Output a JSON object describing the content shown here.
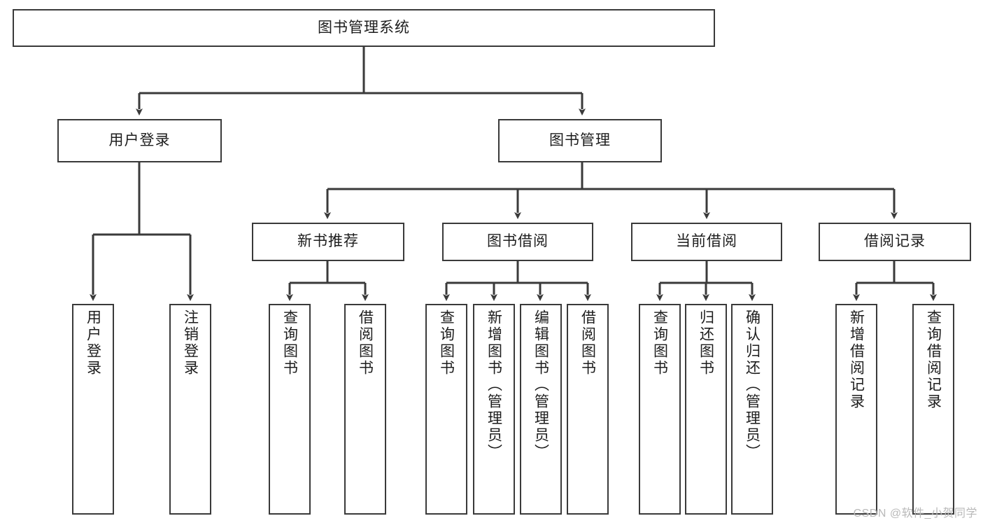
{
  "diagram": {
    "title": "图书管理系统",
    "type": "tree-hierarchy-chart",
    "watermark": "CSDN @软件_小贺同学",
    "colors": {
      "stroke": "#3a3a3a",
      "fill": "#ffffff",
      "text": "#1d1d1d",
      "watermark": "#b9b9b9"
    },
    "nodes": {
      "root": {
        "label": "图书管理系统"
      },
      "level2": [
        {
          "label": "用户登录"
        },
        {
          "label": "图书管理"
        }
      ],
      "level3": [
        {
          "label": "新书推荐"
        },
        {
          "label": "图书借阅"
        },
        {
          "label": "当前借阅"
        },
        {
          "label": "借阅记录"
        }
      ],
      "leaves_user_login": [
        {
          "label": "用户登录"
        },
        {
          "label": "注销登录"
        }
      ],
      "leaves_new_book": [
        {
          "label": "查询图书"
        },
        {
          "label": "借阅图书"
        }
      ],
      "leaves_book_borrow": [
        {
          "label": "查询图书"
        },
        {
          "label": "新增图书（管理员）"
        },
        {
          "label": "编辑图书（管理员）"
        },
        {
          "label": "借阅图书"
        }
      ],
      "leaves_current_borrow": [
        {
          "label": "查询图书"
        },
        {
          "label": "归还图书"
        },
        {
          "label": "确认归还（管理员）"
        }
      ],
      "leaves_borrow_record": [
        {
          "label": "新增借阅记录"
        },
        {
          "label": "查询借阅记录"
        }
      ]
    }
  }
}
